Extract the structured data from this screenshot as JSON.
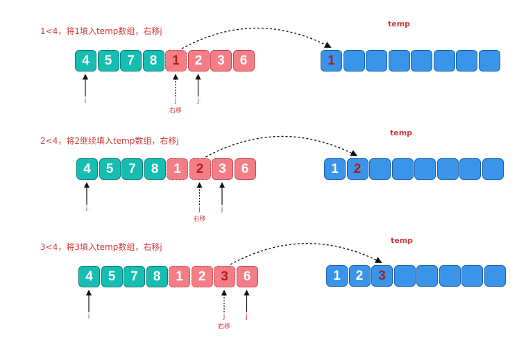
{
  "temp_label": "temp",
  "shift_label": "右移",
  "steps": [
    {
      "caption": "1<4，将1填入temp数组，右移j",
      "left": [
        "4",
        "5",
        "7",
        "8"
      ],
      "right": [
        "1",
        "2",
        "3",
        "6"
      ],
      "current": 0,
      "temp": [
        "1"
      ],
      "i_label": "i",
      "j_label": "j"
    },
    {
      "caption": "2<4，将2继续填入temp数组，右移j",
      "left": [
        "4",
        "5",
        "7",
        "8"
      ],
      "right": [
        "1",
        "2",
        "3",
        "6"
      ],
      "current": 1,
      "temp": [
        "1",
        "2"
      ],
      "i_label": "i",
      "j_label": "j"
    },
    {
      "caption": "3<4，将3填入temp数组，右移j",
      "left": [
        "4",
        "5",
        "7",
        "8"
      ],
      "right": [
        "1",
        "2",
        "3",
        "6"
      ],
      "current": 2,
      "temp": [
        "1",
        "2",
        "3"
      ],
      "i_label": "i",
      "j_label": "j"
    }
  ],
  "temp_size": 8,
  "colors": {
    "left_cells": "#16bdb1",
    "right_cells": "#f47e86",
    "temp_cells": "#3a95ea",
    "highlight_text": "#b31d1d",
    "caption_text": "#d03a3a"
  }
}
